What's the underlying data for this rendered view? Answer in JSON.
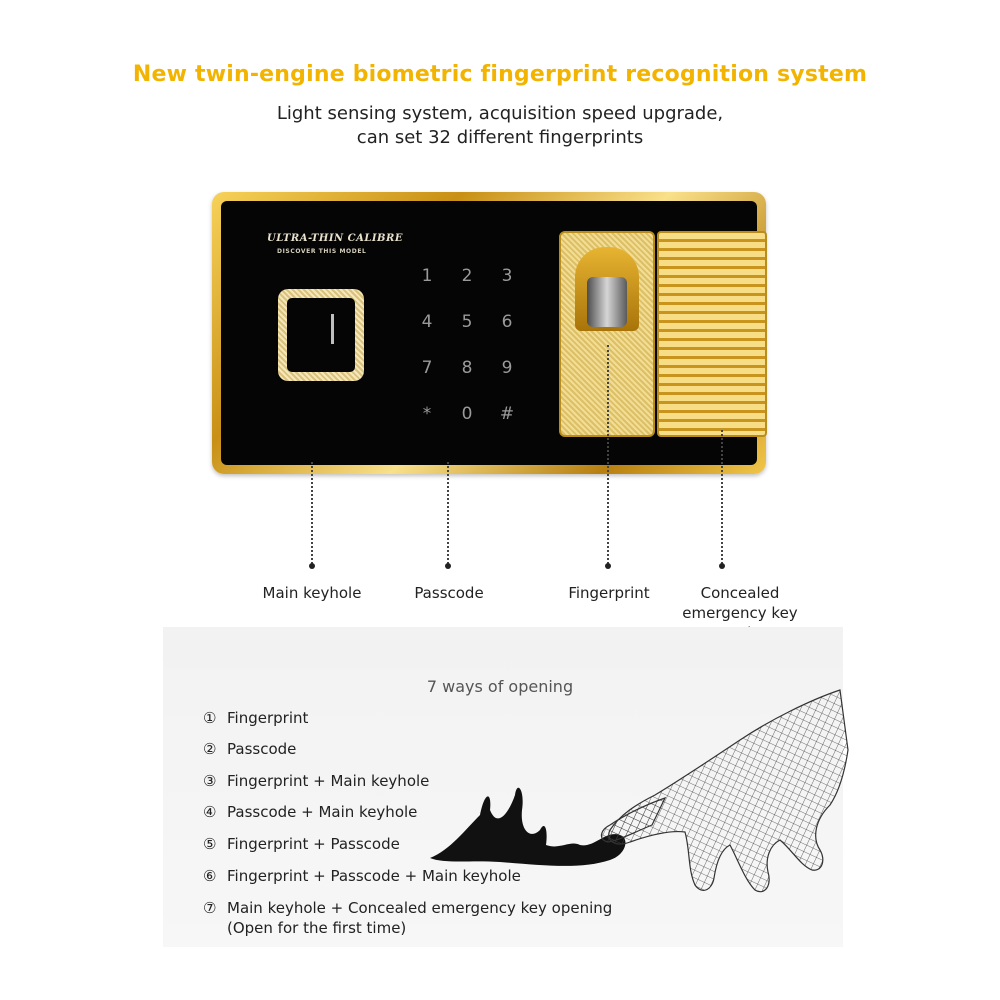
{
  "header": {
    "headline": "New twin-engine biometric fingerprint recognition system",
    "sub_line1": "Light sensing system, acquisition speed upgrade,",
    "sub_line2": "can set 32 different fingerprints"
  },
  "panel": {
    "brand_line1": "ULTRA-THIN CALIBRE",
    "brand_line2": "DISCOVER THIS MODEL",
    "keys": [
      "1",
      "2",
      "3",
      "4",
      "5",
      "6",
      "7",
      "8",
      "9",
      "*",
      "0",
      "#"
    ]
  },
  "callouts": {
    "main_keyhole": "Main keyhole",
    "passcode": "Passcode",
    "fingerprint": "Fingerprint",
    "concealed_line1": "Concealed",
    "concealed_line2": "emergency key",
    "concealed_line3": "opening"
  },
  "ways": {
    "title": "7 ways of opening",
    "items": [
      {
        "num": "①",
        "text": "Fingerprint"
      },
      {
        "num": "②",
        "text": "Passcode"
      },
      {
        "num": "③",
        "text": "Fingerprint + Main keyhole"
      },
      {
        "num": "④",
        "text": "Passcode + Main keyhole"
      },
      {
        "num": "⑤",
        "text": "Fingerprint + Passcode"
      },
      {
        "num": "⑥",
        "text": "Fingerprint + Passcode + Main keyhole"
      },
      {
        "num": "⑦",
        "text": "Main keyhole + Concealed emergency key opening"
      }
    ],
    "note": "(Open for the first time)"
  },
  "colors": {
    "headline": "#f2b400",
    "gold": "#d9a72a",
    "panel_black": "#050505"
  }
}
